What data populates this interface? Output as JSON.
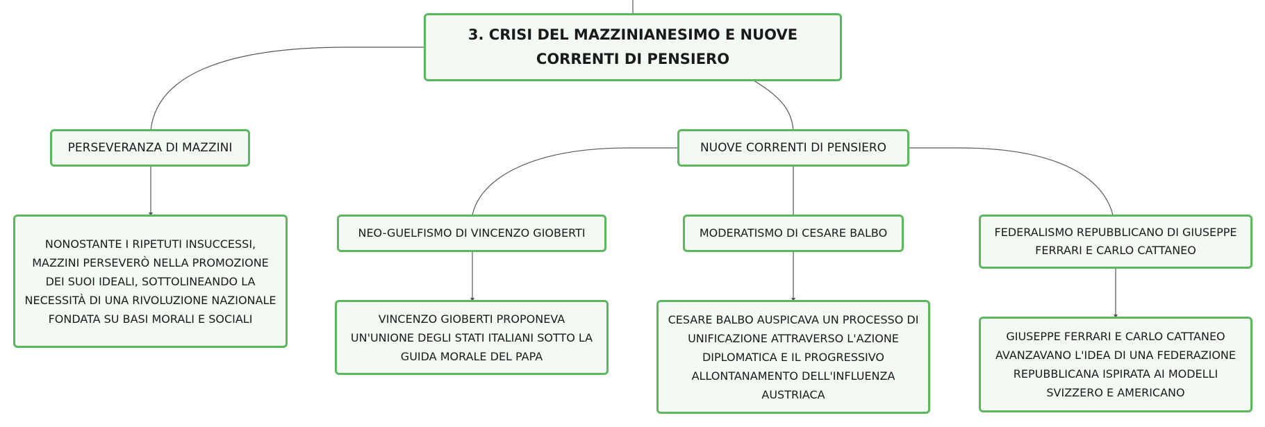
{
  "root": {
    "title": "3. CRISI DEL MAZZINIANESIMO E NUOVE CORRENTI DI PENSIERO"
  },
  "branches": {
    "perseveranza": {
      "title": "PERSEVERANZA DI MAZZINI",
      "detail": "NONOSTANTE I RIPETUTI INSUCCESSI, MAZZINI PERSEVERÒ NELLA PROMOZIONE DEI SUOI IDEALI, SOTTOLINEANDO LA NECESSITÀ DI UNA RIVOLUZIONE NAZIONALE FONDATA SU BASI MORALI E SOCIALI"
    },
    "nuove_correnti": {
      "title": "NUOVE CORRENTI DI PENSIERO",
      "children": {
        "neoguelfismo": {
          "title": "NEO-GUELFISMO DI VINCENZO GIOBERTI",
          "detail": "VINCENZO GIOBERTI PROPONEVA UN'UNIONE DEGLI STATI ITALIANI SOTTO LA GUIDA MORALE DEL PAPA"
        },
        "moderatismo": {
          "title": "MODERATISMO DI CESARE BALBO",
          "detail": "CESARE BALBO AUSPICAVA UN PROCESSO DI UNIFICAZIONE ATTRAVERSO L'AZIONE DIPLOMATICA E IL PROGRESSIVO ALLONTANAMENTO DELL'INFLUENZA AUSTRIACA"
        },
        "federalismo": {
          "title": "FEDERALISMO REPUBBLICANO DI GIUSEPPE FERRARI E CARLO CATTANEO",
          "detail": "GIUSEPPE FERRARI E CARLO CATTANEO AVANZAVANO L'IDEA DI UNA FEDERAZIONE REPUBBLICANA ISPIRATA AI MODELLI SVIZZERO E AMERICANO"
        }
      }
    }
  },
  "colors": {
    "node_border": "#5cb85c",
    "node_fill": "#f2faf3",
    "connector": "#555555"
  }
}
